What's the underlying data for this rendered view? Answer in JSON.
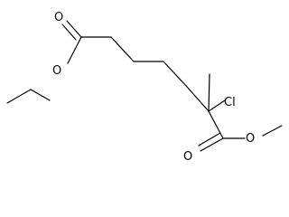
{
  "atom_labels": {
    "o_carbonyl_ethyl_ester": "O",
    "o_ether_ethyl_ester": "O",
    "cl": "Cl",
    "o_carbonyl_methyl_ester": "O",
    "o_ether_methyl_ester": "O"
  }
}
